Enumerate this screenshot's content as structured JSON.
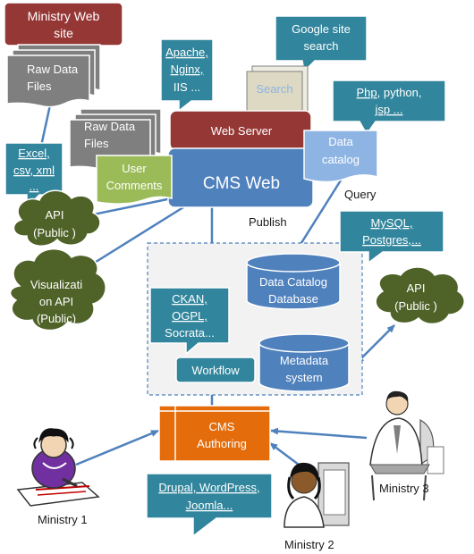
{
  "colors": {
    "teal": "#31859C",
    "blue": "#4F81BD",
    "dark_red": "#953735",
    "green": "#9BBB59",
    "olive_cloud": "#4F6228",
    "gray_doc": "#7F7F7F",
    "orange": "#E46C0A",
    "connector": "#4F81BD"
  },
  "nodes": {
    "ministry_web_site": "Ministry Web site",
    "raw_data_files_top": "Raw Data Files",
    "raw_data_files_mid": "Raw Data Files",
    "apache_callout": [
      "Apache,",
      "Nginx,",
      "IIS ..."
    ],
    "google_callout": [
      "Google site",
      "search"
    ],
    "search_doc": "Search",
    "php_callout": [
      "Php, python,",
      "jsp ..."
    ],
    "web_server": "Web Server",
    "cms_web": "CMS Web",
    "data_catalog": [
      "Data",
      "catalog"
    ],
    "user_comments": [
      "User",
      "Comments"
    ],
    "excel_callout": [
      "Excel,",
      "csv, xml",
      "..."
    ],
    "api_public_left": [
      "API",
      "(Public )"
    ],
    "visualization_api": [
      "Visualizati",
      "on API",
      "(Public)"
    ],
    "query_label": "Query",
    "publish_label": "Publish",
    "mysql_callout": [
      "MySQL,",
      "Postgres,..."
    ],
    "data_catalog_db": [
      "Data Catalog",
      "Database"
    ],
    "api_public_right": [
      "API",
      "(Public )"
    ],
    "ckan_callout": [
      "CKAN,",
      "OGPL,",
      "Socrata..."
    ],
    "workflow": "Workflow",
    "metadata_system": [
      "Metadata",
      "system"
    ],
    "cms_authoring": [
      "CMS",
      "Authoring"
    ],
    "drupal_callout": [
      "Drupal, WordPress,",
      "Joomla..."
    ],
    "ministry_1": "Ministry 1",
    "ministry_2": "Ministry 2",
    "ministry_3": "Ministry 3"
  }
}
